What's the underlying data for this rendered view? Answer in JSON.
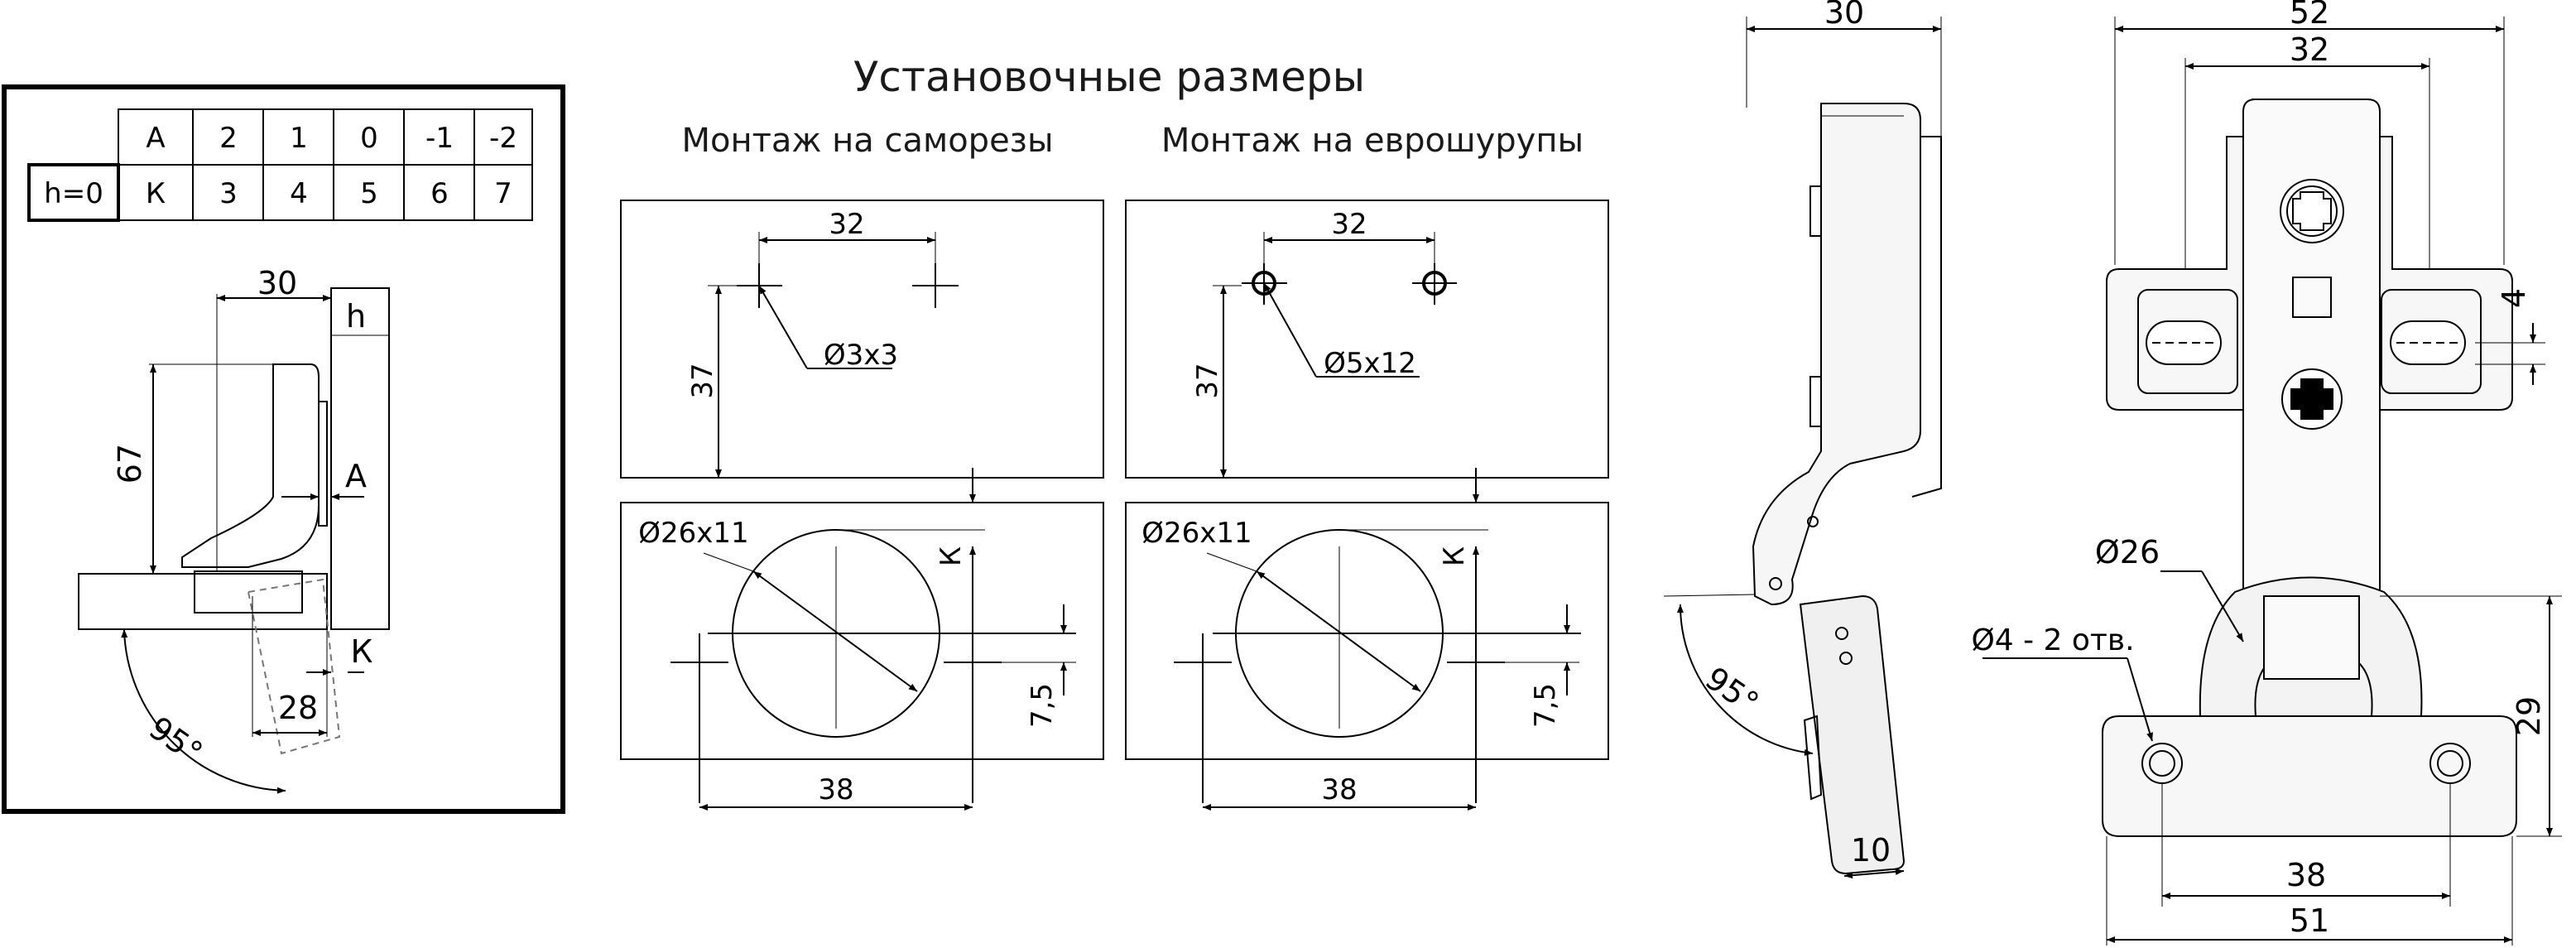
{
  "title": "Установочные размеры",
  "panel_screws": {
    "heading": "Монтаж на саморезы",
    "hole_spacing": "32",
    "vertical_offset": "37",
    "hole_label": "Ø3x3",
    "cup_label": "Ø26x11",
    "k_label": "К",
    "offset_small": "7,5",
    "cup_spacing": "38"
  },
  "panel_euro": {
    "heading": "Монтаж на еврошурупы",
    "hole_spacing": "32",
    "vertical_offset": "37",
    "hole_label": "Ø5x12",
    "cup_label": "Ø26x11",
    "k_label": "К",
    "offset_small": "7,5",
    "cup_spacing": "38"
  },
  "table": {
    "h_label": "h=0",
    "row_a": [
      "А",
      "2",
      "1",
      "0",
      "-1",
      "-2"
    ],
    "row_k": [
      "К",
      "3",
      "4",
      "5",
      "6",
      "7"
    ]
  },
  "side_diagram": {
    "width_30": "30",
    "h_label": "h",
    "height_67": "67",
    "a_label": "А",
    "k_label": "К",
    "dim_28": "28",
    "angle": "95°"
  },
  "side_view": {
    "width_30": "30",
    "angle": "95°",
    "dim_10": "10"
  },
  "front_view": {
    "dim_52": "52",
    "dim_32": "32",
    "dim_4": "4",
    "dim_26": "Ø26",
    "holes_label": "Ø4 - 2 отв.",
    "dim_29": "29",
    "dim_38": "38",
    "dim_51": "51"
  }
}
